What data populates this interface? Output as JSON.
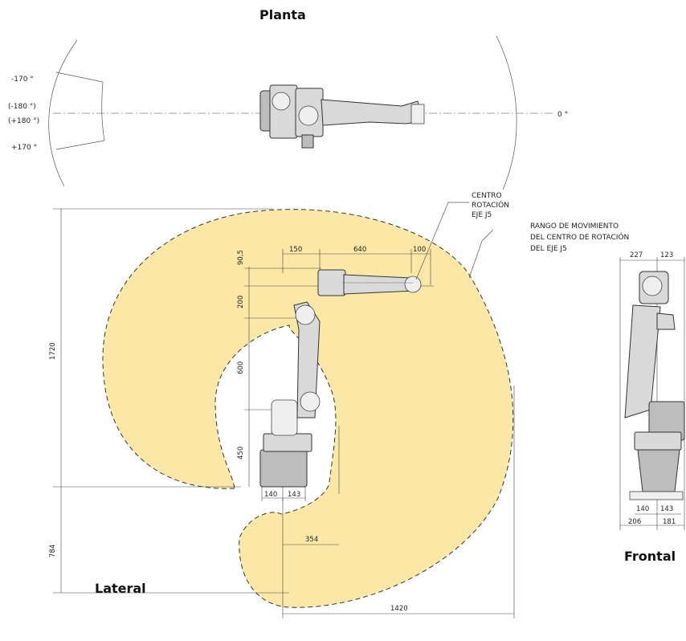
{
  "views": {
    "top": "Planta",
    "side": "Lateral",
    "front": "Frontal"
  },
  "angles": {
    "neg170": "-170 °",
    "neg180": "(-180 °)",
    "pos180": "(+180 °)",
    "pos170": "+170 °",
    "zero": "0 °"
  },
  "annotations": {
    "j5_center": [
      "CENTRO",
      "ROTACIÓN",
      "EJE J5"
    ],
    "j5_range": [
      "RANGO DE MOVIMIENTO",
      "DEL CENTRO DE ROTACIÓN",
      "DEL EJE J5"
    ]
  },
  "dimensions": {
    "total_height": "1720",
    "below_base": "784",
    "reach": "1420",
    "inner_radius": "354",
    "arm_offset": "150",
    "arm_length": "640",
    "wrist": "100",
    "h_90_5": "90,5",
    "h_200": "200",
    "h_600": "600",
    "h_450": "450",
    "base_140": "140",
    "base_143": "143",
    "front_227": "227",
    "front_123": "123",
    "front_140": "140",
    "front_143": "143",
    "front_206": "206",
    "front_181": "181"
  },
  "colors": {
    "work_envelope": "#fbe8a6",
    "envelope_border": "#333333"
  }
}
